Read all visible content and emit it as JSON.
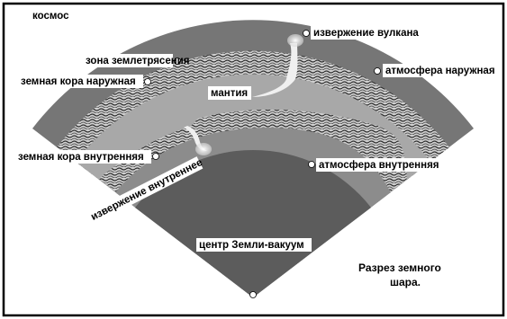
{
  "labels": {
    "space": "космос",
    "volcano_eruption": "извержение вулкана",
    "earthquake_zone": "зона землетрясения",
    "outer_crust": "земная кора наружная",
    "outer_atmosphere": "атмосфера наружная",
    "mantle": "мантия",
    "inner_crust": "земная кора внутренняя",
    "inner_atmosphere": "атмосфера внутренняя",
    "inner_eruption": "извержение внутреннее",
    "core": "центр Земли-вакуум",
    "caption_line1": "Разрез земного",
    "caption_line2": "шара."
  },
  "colors": {
    "background": "#ffffff",
    "frame": "#000000",
    "outer_atmosphere": "#7a7a7a",
    "crust_texture_dark": "#3c3c3c",
    "crust_texture_light": "#d8d8d8",
    "mantle": "#a6a6a6",
    "inner_atmosphere": "#8e8e8e",
    "core": "#5e5e5e",
    "eruption_plume": "#f2f2f2"
  }
}
